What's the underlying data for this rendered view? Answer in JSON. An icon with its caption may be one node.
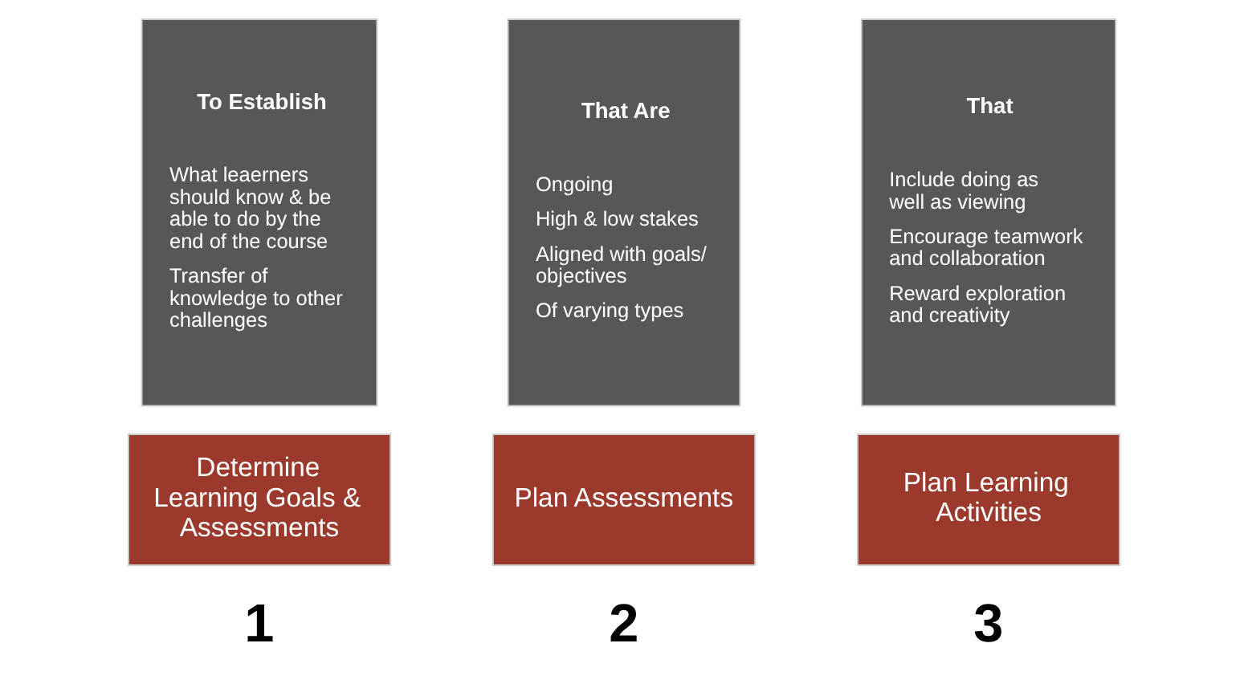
{
  "diagram": {
    "nodes": [
      {
        "text": [
          "Determine Learning Goals & Assessments"
        ]
      },
      {
        "text": [
          "To Establish",
          "What leaerners should know & be able to do by the end of the course",
          "Transfer of knowledge to other challenges"
        ]
      },
      {
        "text": [
          "Plan Assessments"
        ]
      },
      {
        "text": [
          "That Are",
          "Ongoing",
          "High & low stakes",
          "Aligned with goals/ objectives",
          "Of varying types"
        ]
      },
      {
        "text": [
          "Plan Learning Activities"
        ]
      },
      {
        "text": [
          "That",
          "Include doing as well as viewing",
          "Encourage teamwork and collaboration",
          "Reward exploration and creativity"
        ]
      }
    ],
    "edges": [],
    "labels": [
      "1",
      "2",
      "3"
    ]
  }
}
